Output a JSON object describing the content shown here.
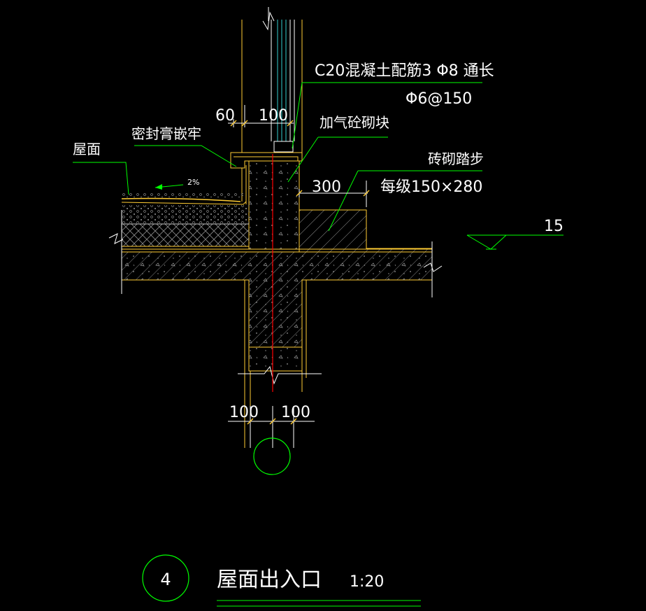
{
  "drawing": {
    "background": "#000000",
    "colors": {
      "leader": "#00ff00",
      "outline": "#ffcc33",
      "hatch": "#8a8a8a",
      "axis": "#ff0000",
      "glass": "#33cccc",
      "text": "#ffffff"
    }
  },
  "annotations": {
    "beam_spec": "C20混凝土配筋3 Φ8 通长",
    "stirrup_spec": "Φ6@150",
    "aerated_block": "加气砼砌块",
    "sealant": "密封膏嵌牢",
    "roof": "屋面",
    "brick_step": "砖砌踏步",
    "step_size": "每级150×280",
    "slope": "2%",
    "elevation": "15"
  },
  "dimensions": {
    "d60": "60",
    "d100_top": "100",
    "d300": "300",
    "d100_left": "100",
    "d100_right": "100"
  },
  "title_block": {
    "detail_number": "4",
    "title": "屋面出入口",
    "scale": "1:20"
  }
}
